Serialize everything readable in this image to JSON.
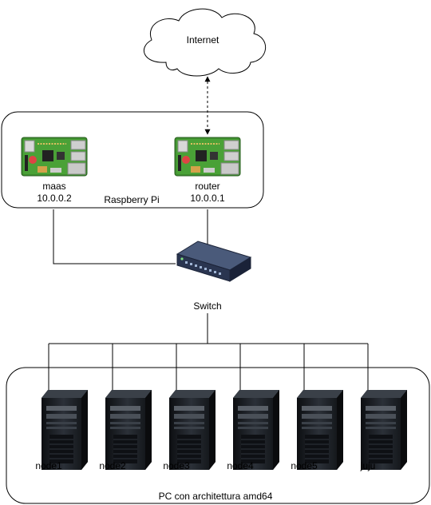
{
  "cloud": {
    "label": "Internet"
  },
  "raspberry_group": {
    "label": "Raspberry Pi",
    "devices": [
      {
        "name": "maas",
        "ip": "10.0.0.2"
      },
      {
        "name": "router",
        "ip": "10.0.0.1"
      }
    ]
  },
  "switch": {
    "label": "Switch"
  },
  "pc_group": {
    "label": "PC con architettura amd64",
    "nodes": [
      "node1",
      "node2",
      "node3",
      "node4",
      "node5",
      "juju"
    ]
  },
  "colors": {
    "board_green": "#3f8f2f",
    "switch_body": "#2a3550",
    "server_body": "#1c1f24",
    "line": "#000000"
  }
}
